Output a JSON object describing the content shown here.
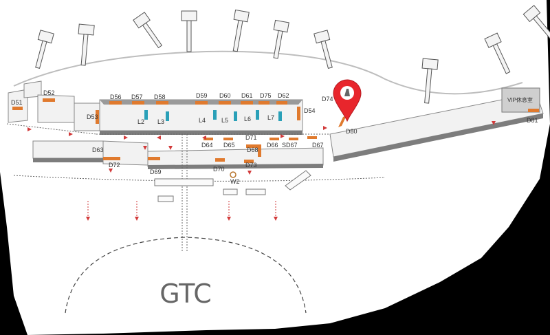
{
  "colors": {
    "background": "#000000",
    "ground": "#ffffff",
    "building_top": "#f0f0f0",
    "building_side": "#9a9a9a",
    "gate_highlight": "#e07a2e",
    "elevator": "#2aa0b8",
    "route_arrow": "#d23a3a",
    "pin": "#e8262c",
    "gtc_text": "#666666"
  },
  "gates": [
    {
      "id": "D51"
    },
    {
      "id": "D52"
    },
    {
      "id": "D53"
    },
    {
      "id": "D56"
    },
    {
      "id": "D57"
    },
    {
      "id": "D58"
    },
    {
      "id": "D59"
    },
    {
      "id": "D60"
    },
    {
      "id": "D61"
    },
    {
      "id": "D75"
    },
    {
      "id": "D62"
    },
    {
      "id": "D54"
    },
    {
      "id": "D74"
    },
    {
      "id": "D80"
    },
    {
      "id": "D81"
    },
    {
      "id": "D63"
    },
    {
      "id": "D72"
    },
    {
      "id": "D69"
    },
    {
      "id": "D64"
    },
    {
      "id": "D65"
    },
    {
      "id": "D71"
    },
    {
      "id": "D68"
    },
    {
      "id": "D66"
    },
    {
      "id": "SD67"
    },
    {
      "id": "D67"
    },
    {
      "id": "D70"
    },
    {
      "id": "D73"
    }
  ],
  "lounges": [
    "L2",
    "L3",
    "L4",
    "L5",
    "L6",
    "L7"
  ],
  "vip_room": "VIP休息室",
  "washroom": "W2",
  "gtc": "GTC",
  "pin_icon": "location-pin-icon"
}
